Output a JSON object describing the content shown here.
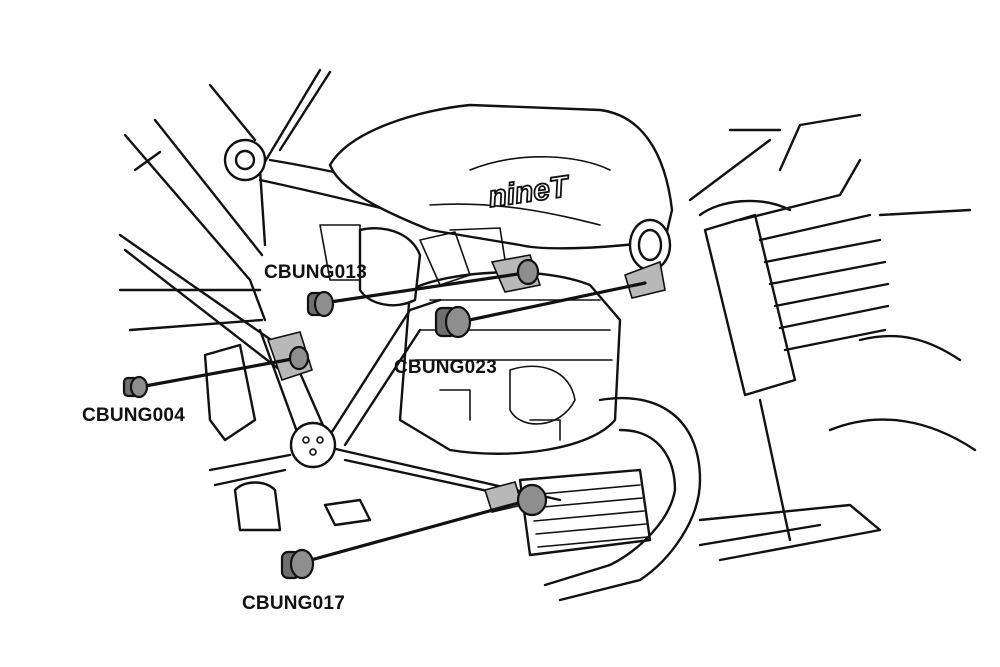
{
  "tank_logo": "nineT",
  "callouts": [
    {
      "id": "CBUNG013",
      "label": "CBUNG013"
    },
    {
      "id": "CBUNG023",
      "label": "CBUNG023"
    },
    {
      "id": "CBUNG004",
      "label": "CBUNG004"
    },
    {
      "id": "CBUNG017",
      "label": "CBUNG017"
    }
  ]
}
